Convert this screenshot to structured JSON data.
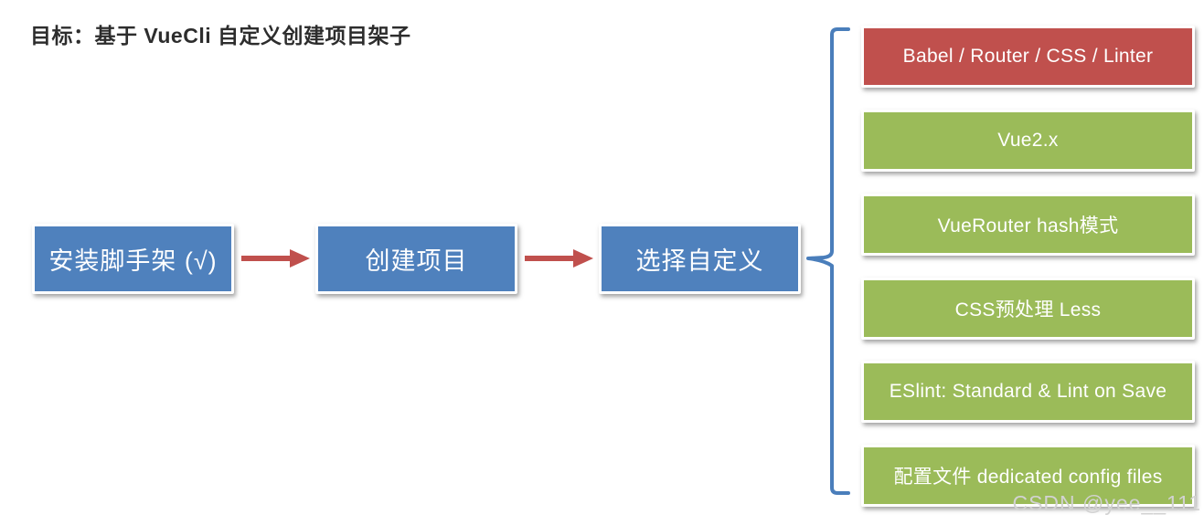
{
  "title": "目标：基于 VueCli 自定义创建项目架子",
  "colors": {
    "background": "#ffffff",
    "flow_box": "#4f81bd",
    "arrow": "#c0504d",
    "bracket": "#4a7ebb",
    "option_red": "#c0504d",
    "option_green": "#9bbb59",
    "box_text": "#ffffff",
    "title_text": "#2d2d2d",
    "watermark_text": "#d2d2d2"
  },
  "flow": {
    "steps": [
      {
        "label": "安装脚手架 (√)"
      },
      {
        "label": "创建项目"
      },
      {
        "label": "选择自定义"
      }
    ]
  },
  "options": [
    {
      "label": "Babel / Router / CSS / Linter",
      "color": "red"
    },
    {
      "label": "Vue2.x",
      "color": "green"
    },
    {
      "label": "VueRouter hash模式",
      "color": "green"
    },
    {
      "label": "CSS预处理 Less",
      "color": "green"
    },
    {
      "label": "ESlint: Standard & Lint on Save",
      "color": "green"
    },
    {
      "label": "配置文件 dedicated config files",
      "color": "green"
    }
  ],
  "watermark": {
    "text": "CSDN @yee__111"
  }
}
